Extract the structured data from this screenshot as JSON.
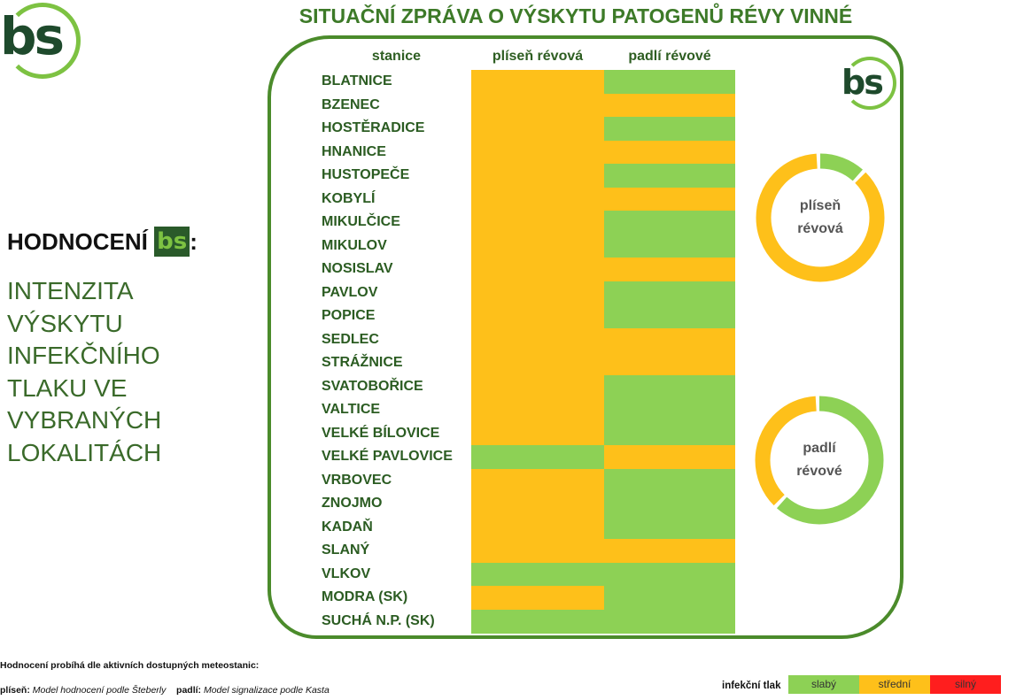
{
  "title": "SITUAČNÍ ZPRÁVA O VÝSKYTU PATOGENŮ RÉVY VINNÉ",
  "logo_text": "bs",
  "columns": {
    "station": "stanice",
    "mildew": "plíseň révová",
    "powdery": "padlí révové"
  },
  "colors": {
    "weak": "#8dd155",
    "medium": "#fec01a",
    "strong": "#ff1e1e",
    "green_dark": "#2b5c22",
    "border": "#4b8b2b"
  },
  "chart_data": {
    "type": "table",
    "levels": [
      "slabý",
      "střední",
      "silný"
    ],
    "stations": [
      {
        "name": "BLATNICE",
        "mildew": "střední",
        "powdery": "slabý"
      },
      {
        "name": "BZENEC",
        "mildew": "střední",
        "powdery": "střední"
      },
      {
        "name": "HOSTĚRADICE",
        "mildew": "střední",
        "powdery": "slabý"
      },
      {
        "name": "HNANICE",
        "mildew": "střední",
        "powdery": "střední"
      },
      {
        "name": "HUSTOPEČE",
        "mildew": "střední",
        "powdery": "slabý"
      },
      {
        "name": "KOBYLÍ",
        "mildew": "střední",
        "powdery": "střední"
      },
      {
        "name": "MIKULČICE",
        "mildew": "střední",
        "powdery": "slabý"
      },
      {
        "name": "MIKULOV",
        "mildew": "střední",
        "powdery": "slabý"
      },
      {
        "name": "NOSISLAV",
        "mildew": "střední",
        "powdery": "střední"
      },
      {
        "name": "PAVLOV",
        "mildew": "střední",
        "powdery": "slabý"
      },
      {
        "name": "POPICE",
        "mildew": "střední",
        "powdery": "slabý"
      },
      {
        "name": "SEDLEC",
        "mildew": "střední",
        "powdery": "střední"
      },
      {
        "name": "STRÁŽNICE",
        "mildew": "střední",
        "powdery": "střední"
      },
      {
        "name": "SVATOBOŘICE",
        "mildew": "střední",
        "powdery": "slabý"
      },
      {
        "name": "VALTICE",
        "mildew": "střední",
        "powdery": "slabý"
      },
      {
        "name": "VELKÉ BÍLOVICE",
        "mildew": "střední",
        "powdery": "slabý"
      },
      {
        "name": "VELKÉ PAVLOVICE",
        "mildew": "slabý",
        "powdery": "střední"
      },
      {
        "name": "VRBOVEC",
        "mildew": "střední",
        "powdery": "slabý"
      },
      {
        "name": "ZNOJMO",
        "mildew": "střední",
        "powdery": "slabý"
      },
      {
        "name": "KADAŇ",
        "mildew": "střední",
        "powdery": "slabý"
      },
      {
        "name": "SLANÝ",
        "mildew": "střední",
        "powdery": "střední"
      },
      {
        "name": "VLKOV",
        "mildew": "slabý",
        "powdery": "slabý"
      },
      {
        "name": "MODRA (SK)",
        "mildew": "střední",
        "powdery": "slabý"
      },
      {
        "name": "SUCHÁ N.P. (SK)",
        "mildew": "slabý",
        "powdery": "slabý"
      }
    ],
    "donuts": [
      {
        "label_line1": "plíseň",
        "label_line2": "révová",
        "weak_share": 0.125,
        "medium_share": 0.875
      },
      {
        "label_line1": "padlí",
        "label_line2": "révové",
        "weak_share": 0.625,
        "medium_share": 0.375
      }
    ]
  },
  "eval": {
    "label": "HODNOCENÍ",
    "colon": ":"
  },
  "intensity_text": "INTENZITA VÝSKYTU INFEKČNÍHO TLAKU VE VYBRANÝCH LOKALITÁCH",
  "footer": {
    "line1": "Hodnocení probíhá dle  aktivních dostupných meteostanic:",
    "mildew_label": "plíseň:",
    "mildew_model": "Model hodnocení podle Šteberly",
    "powdery_label": "padlí:",
    "powdery_model": "Model signalizace podle Kasta"
  },
  "legend": {
    "title": "infekční tlak",
    "weak": "slabý",
    "medium": "střední",
    "strong": "silný"
  }
}
